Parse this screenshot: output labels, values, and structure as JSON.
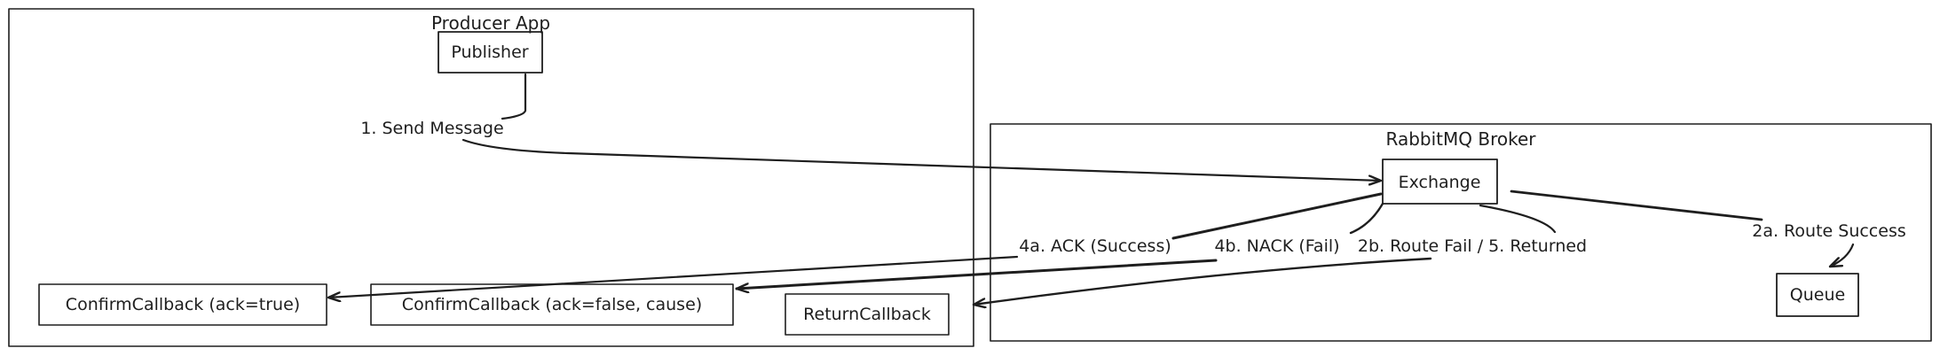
{
  "containers": {
    "producer": {
      "title": "Producer App"
    },
    "broker": {
      "title": "RabbitMQ Broker"
    }
  },
  "nodes": {
    "publisher": {
      "label": "Publisher"
    },
    "exchange": {
      "label": "Exchange"
    },
    "queue": {
      "label": "Queue"
    },
    "confirm_true": {
      "label": "ConfirmCallback (ack=true)",
      "fill": "#b8b8ff"
    },
    "confirm_false": {
      "label": "ConfirmCallback (ack=false, cause)",
      "fill": "#ffb8bc"
    },
    "return_callback": {
      "label": "ReturnCallback",
      "fill": "#ffb74d"
    }
  },
  "edges": {
    "send_message": {
      "label": "1. Send Message"
    },
    "route_success": {
      "label": "2a. Route Success"
    },
    "route_fail": {
      "label": "2b. Route Fail / 5. Returned"
    },
    "ack": {
      "label": "4a. ACK (Success)"
    },
    "nack": {
      "label": "4b. NACK (Fail)"
    }
  },
  "colors": {
    "stroke": "#1e1e1e",
    "background": "#ffffff"
  }
}
